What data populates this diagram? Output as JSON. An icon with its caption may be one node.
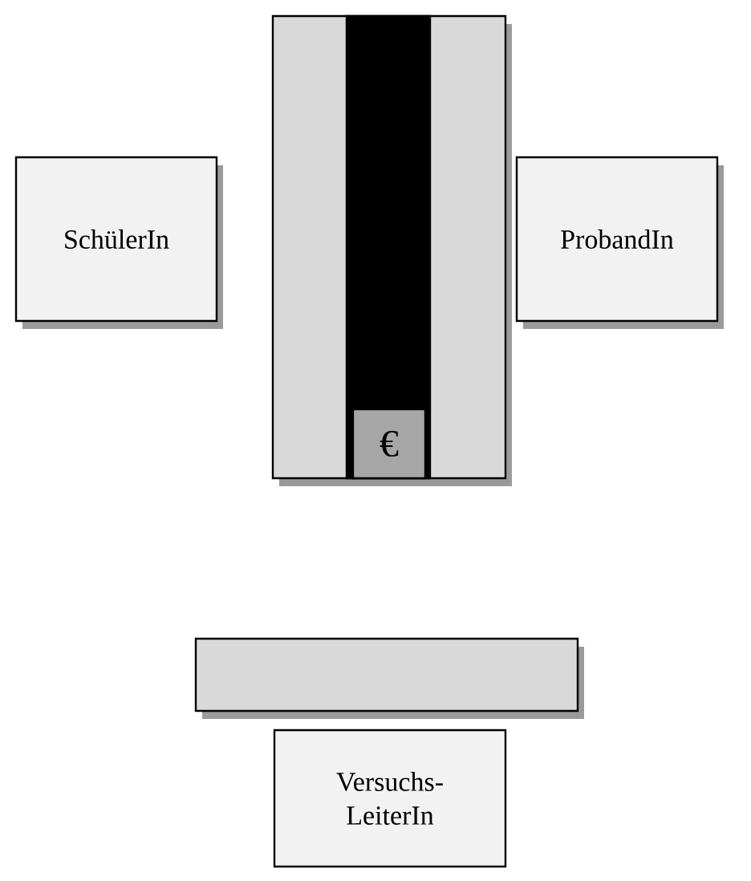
{
  "diagram": {
    "nodes": [
      {
        "text": [],
        "shape": "box"
      },
      {
        "text": [],
        "shape": "box",
        "in": 0
      },
      {
        "text": [
          "€"
        ],
        "in": 1
      },
      {
        "text": [
          "SchülerIn"
        ]
      },
      {
        "text": [
          "ProbandIn"
        ]
      },
      {
        "text": [],
        "shape": "box"
      },
      {
        "text": [
          "Versuchs-LeiterIn"
        ]
      }
    ]
  }
}
